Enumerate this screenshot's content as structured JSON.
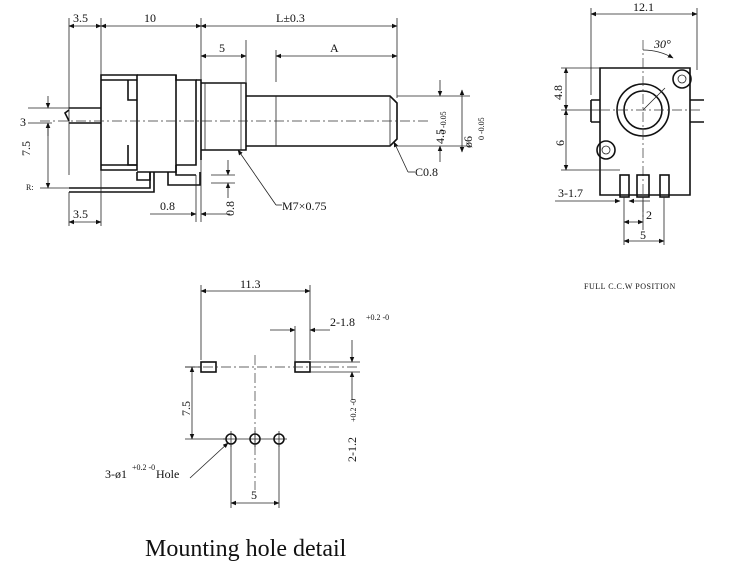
{
  "side_view": {
    "dim_3_5_top": "3.5",
    "dim_10": "10",
    "dim_L": "L±0.3",
    "dim_5": "5",
    "dim_A": "A",
    "dim_3": "3",
    "dim_7_5": "7.5",
    "dim_R": "R:",
    "dim_3_5_bottom": "3.5",
    "dim_0_8_h": "0.8",
    "dim_0_8_v": "0.8",
    "thread": "M7×0.75",
    "chamfer": "C0.8",
    "dia_4_5": "4.5",
    "dia_4_5_tol": "0 -0.05",
    "dia_6": "ø6",
    "dia_6_tol": "0 -0.05"
  },
  "front_view": {
    "dim_12_1": "12.1",
    "angle": "30°",
    "dim_4_8": "4.8",
    "dim_6": "6",
    "dim_3_1_7": "3-1.7",
    "dim_2": "2",
    "dim_5": "5",
    "position_note": "FULL C.C.W POSITION"
  },
  "mounting": {
    "dim_11_3": "11.3",
    "slot_note": "2-1.8",
    "slot_tol": "+0.2 -0",
    "dim_7_5": "7.5",
    "slot_width_note": "2-1.2",
    "slot_width_tol": "+0.2 -0",
    "hole_note": "3-ø1",
    "hole_tol": "+0.2 -0",
    "hole_suffix": "Hole",
    "dim_5": "5",
    "title": "Mounting hole detail"
  }
}
